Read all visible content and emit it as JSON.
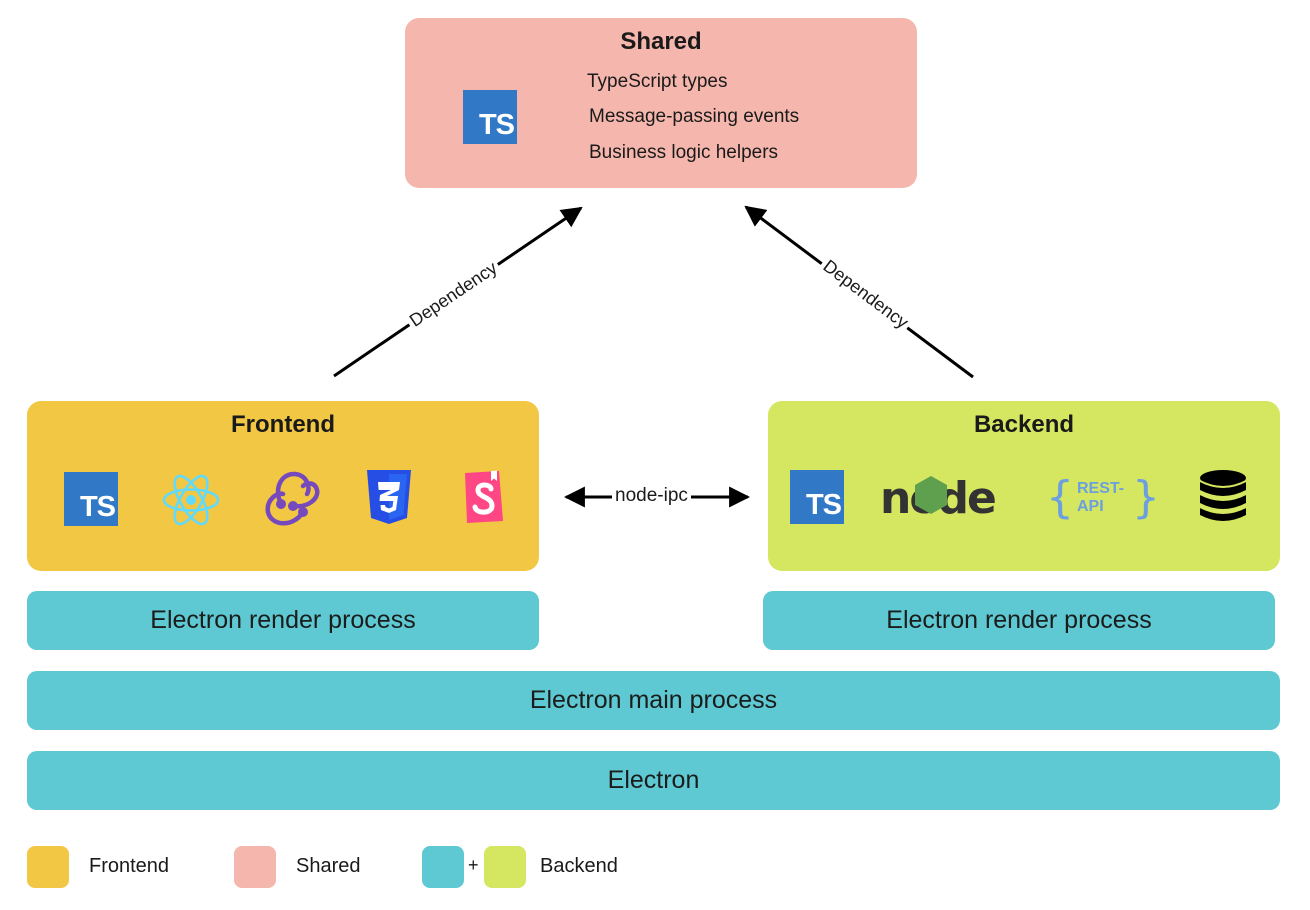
{
  "colors": {
    "frontend": "#f2c744",
    "shared": "#f5b7ad",
    "backend": "#d5e660",
    "electron": "#5ec9d2",
    "typescript": "#3178c6"
  },
  "shared": {
    "title": "Shared",
    "icon_text": "TS",
    "items": [
      "TypeScript types",
      "Message-passing events",
      "Business logic helpers"
    ]
  },
  "frontend": {
    "title": "Frontend",
    "ts_icon_text": "TS",
    "icons": [
      "typescript-icon",
      "react-icon",
      "redux-icon",
      "css3-icon",
      "storybook-icon"
    ]
  },
  "backend": {
    "title": "Backend",
    "ts_icon_text": "TS",
    "node_text": "node",
    "rest_text": "REST-API",
    "icons": [
      "typescript-icon",
      "nodejs-icon",
      "rest-api-icon",
      "database-icon"
    ]
  },
  "edges": {
    "frontend_dependency": "Dependency",
    "backend_dependency": "Dependency",
    "ipc": "node-ipc"
  },
  "layers": {
    "frontend_render": "Electron render process",
    "backend_render": "Electron render process",
    "main": "Electron main process",
    "electron": "Electron"
  },
  "legend": {
    "frontend": "Frontend",
    "shared": "Shared",
    "plus": "+",
    "backend": "Backend"
  }
}
